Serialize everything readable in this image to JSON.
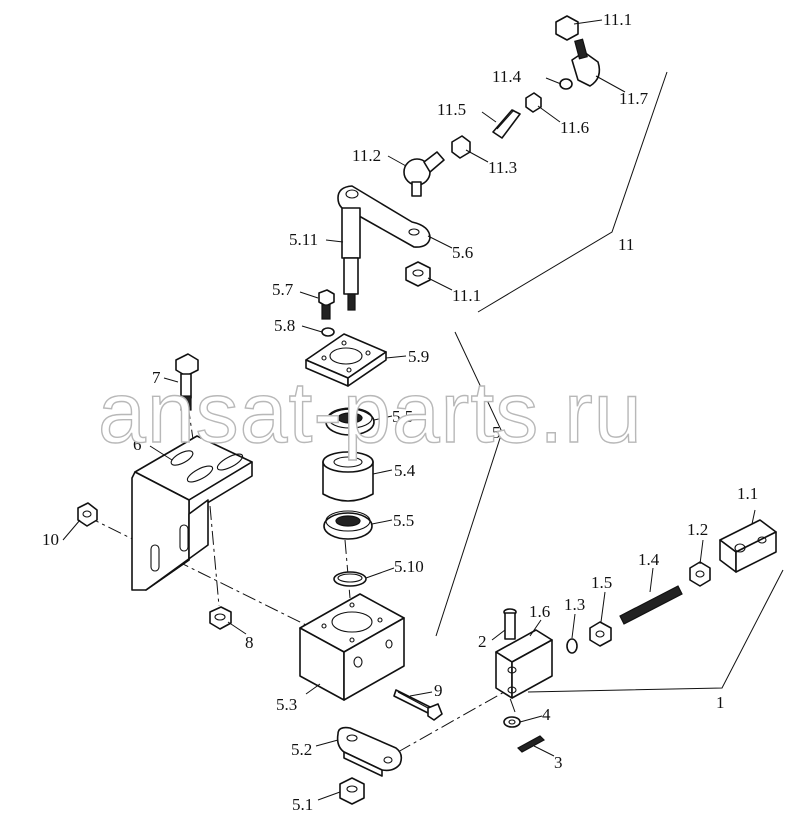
{
  "watermark": "ansat-parts.ru",
  "callouts": {
    "c11_1_top": "11.1",
    "c11_4": "11.4",
    "c11_7": "11.7",
    "c11_5": "11.5",
    "c11_6": "11.6",
    "c11_2": "11.2",
    "c11_3": "11.3",
    "c11": "11",
    "c5_11": "5.11",
    "c5_6": "5.6",
    "c11_1_bottom": "11.1",
    "c5_7": "5.7",
    "c5_8": "5.8",
    "c5_9": "5.9",
    "c7": "7",
    "c5_5_top": "5.5",
    "c5": "5",
    "c6": "6",
    "c5_4": "5.4",
    "c5_5_bottom": "5.5",
    "c10": "10",
    "c5_10": "5.10",
    "c1_1": "1.1",
    "c1_2": "1.2",
    "c1_4": "1.4",
    "c1_5": "1.5",
    "c1_3": "1.3",
    "c1_6": "1.6",
    "c2": "2",
    "c8": "8",
    "c9": "9",
    "c5_3": "5.3",
    "c1": "1",
    "c4": "4",
    "c5_2": "5.2",
    "c3": "3",
    "c5_1": "5.1"
  }
}
